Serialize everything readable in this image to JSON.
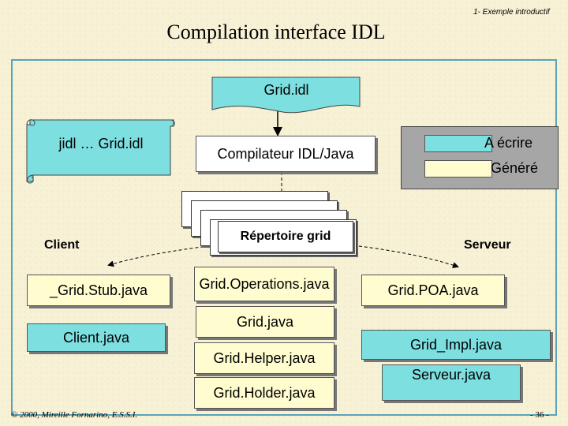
{
  "header": {
    "title": "Compilation interface IDL",
    "section": "1- Exemple introductif"
  },
  "diagram": {
    "source_file": "Grid.idl",
    "command": "jidl … Grid.idl",
    "compiler": "Compilateur IDL/Java",
    "directory": "Répertoire grid",
    "client_label": "Client",
    "server_label": "Serveur",
    "files": {
      "stub": "_Grid.Stub.java",
      "client": "Client.java",
      "operations": "Grid.Operations.java",
      "grid": "Grid.java",
      "helper": "Grid.Helper.java",
      "holder": "Grid.Holder.java",
      "poa": "Grid.POA.java",
      "impl": "Grid_Impl.java",
      "server": "Serveur.java"
    }
  },
  "legend": {
    "to_write": "A écrire",
    "generated": "Généré",
    "to_write_color": "#7ddfe0",
    "generated_color": "#fffdd0"
  },
  "footer": {
    "copyright": "© 2000, Mireille Fornarino, E.S.S.I.",
    "page": "- 36 -"
  }
}
